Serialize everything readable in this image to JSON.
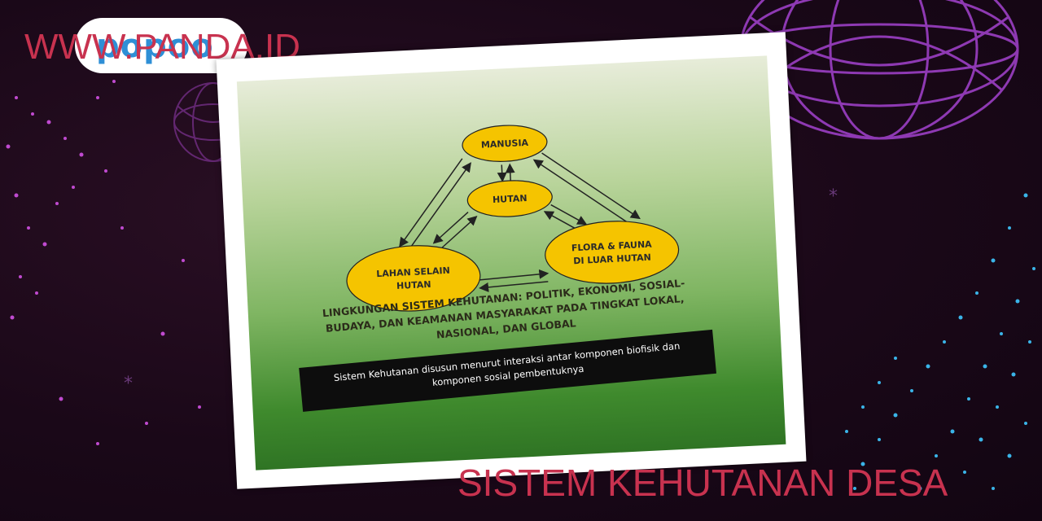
{
  "header": {
    "logo_text": "popoo",
    "site_title": "WWW.PANDA.ID"
  },
  "slide": {
    "nodes": {
      "manusia": "MANUSIA",
      "hutan": "HUTAN",
      "lahan_line1": "LAHAN SELAIN",
      "lahan_line2": "HUTAN",
      "flora_line1": "FLORA & FAUNA",
      "flora_line2": "DI LUAR HUTAN"
    },
    "caption_line1": "LINGKUNGAN SISTEM KEHUTANAN: POLITIK, EKONOMI, SOSIAL-",
    "caption_line2": "BUDAYA, DAN KEAMANAN MASYARAKAT PADA TINGKAT LOKAL,",
    "caption_line3": "NASIONAL, DAN GLOBAL",
    "box_line1": "Sistem Kehutanan disusun menurut interaksi antar komponen biofisik dan",
    "box_line2": "komponen sosial pembentuknya"
  },
  "footer": {
    "title": "SISTEM KEHUTANAN DESA"
  },
  "colors": {
    "title_red": "#c8324f",
    "ellipse_yellow": "#f5c400",
    "logo_blue": "#2e8fd6"
  }
}
